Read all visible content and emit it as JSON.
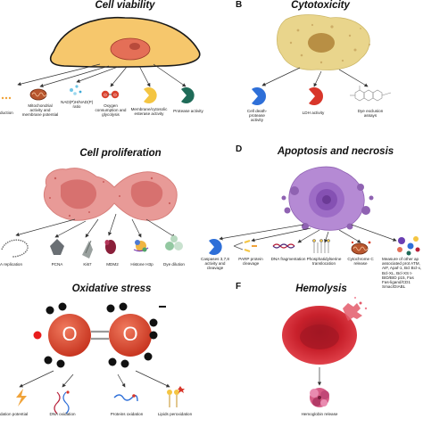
{
  "panels": {
    "A": {
      "title": "Cell viability",
      "labels": [
        "duction",
        "Mitochondrial activity and membrane potential",
        "NAD(P)H/NAD(P) ratio",
        "Oxygen consumption and glycolysis",
        "Membrane/cytosolic esterase activity",
        "Protease activity"
      ]
    },
    "B": {
      "letter": "B",
      "title": "Cytotoxicity",
      "labels": [
        "Cell death-protease activity",
        "LDH activity",
        "Dye exclusion assays"
      ]
    },
    "C": {
      "title": "Cell proliferation",
      "labels": [
        "A replication",
        "PCNA",
        "Ki67",
        "MDM2",
        "Histone H3p",
        "Dye dilution"
      ]
    },
    "D": {
      "letter": "D",
      "title": "Apoptosis and necrosis",
      "labels": [
        "Caspases 3,7,8 activity and cleavage",
        "PARP protein cleavage",
        "DNA fragmentation",
        "Phosphatidylserine translocation",
        "Cytochrome C release",
        "Measure of other ap associated prot ATM, AIF, Apaf-1, Bcl Bcl-x, Bcl-XL, Bcl-XS t-BID/BID p15, Fas Fas-ligand/CD1 Smac/DIABL"
      ]
    },
    "E": {
      "title": "Oxidative stress",
      "atom_symbol": "O",
      "labels": [
        "dation potential",
        "DNA oxidation",
        "Proteins oxidation",
        "Lipids peroxidation"
      ]
    },
    "F": {
      "letter": "F",
      "title": "Hemolysis",
      "labels": [
        "Hemoglobin release"
      ]
    }
  },
  "colors": {
    "cell_fill": "#f4c468",
    "cell_nucleus": "#e46f57",
    "pac_blue": "#2e6fd8",
    "pac_red": "#d8362a",
    "pac_yellow": "#f4c542",
    "pac_green": "#1f6b58",
    "prolif_cell": "#e89a97",
    "apoptotic_cell": "#a879c9",
    "rbc": "#c8202b",
    "oxygen": "#d9432f"
  }
}
